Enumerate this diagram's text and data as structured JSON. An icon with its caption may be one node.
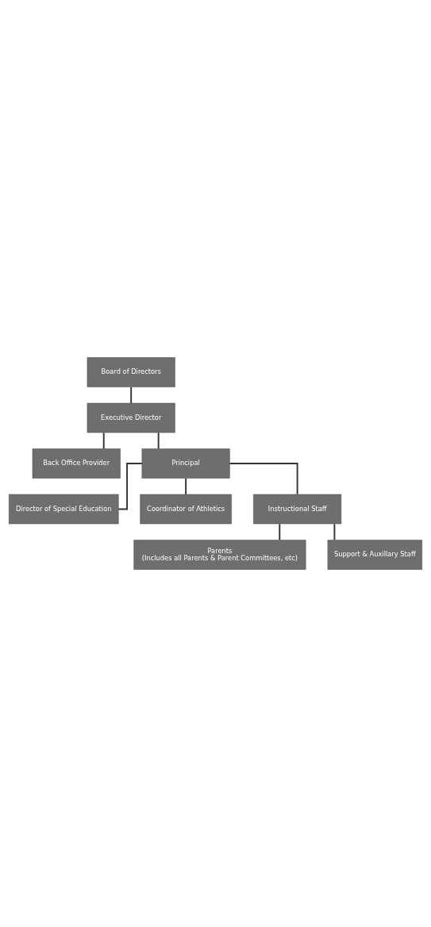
{
  "diagram": {
    "nodes": [
      {
        "text": [
          "Board of Directors"
        ]
      },
      {
        "text": [
          "Executive Director"
        ]
      },
      {
        "text": [
          "Back Office Provider"
        ]
      },
      {
        "text": [
          "Principal"
        ]
      },
      {
        "text": [
          "Director of Special Education"
        ]
      },
      {
        "text": [
          "Coordinator of Athletics"
        ]
      },
      {
        "text": [
          "Instructional Staff"
        ]
      },
      {
        "text": [
          "Parents",
          "(Includes all Parents & Parent Committees, etc)"
        ]
      },
      {
        "text": [
          "Support & Auxillary Staff"
        ]
      }
    ],
    "edges": [
      {
        "from": 0,
        "to": 1,
        "arrow": "none"
      },
      {
        "from": 1,
        "to": 2,
        "arrow": "none"
      },
      {
        "from": 1,
        "to": 3,
        "arrow": "none"
      },
      {
        "from": 3,
        "to": 4,
        "arrow": "none"
      },
      {
        "from": 3,
        "to": 5,
        "arrow": "none"
      },
      {
        "from": 3,
        "to": 6,
        "arrow": "none"
      },
      {
        "from": 6,
        "to": 7,
        "arrow": "none"
      },
      {
        "from": 6,
        "to": 8,
        "arrow": "none"
      }
    ]
  }
}
